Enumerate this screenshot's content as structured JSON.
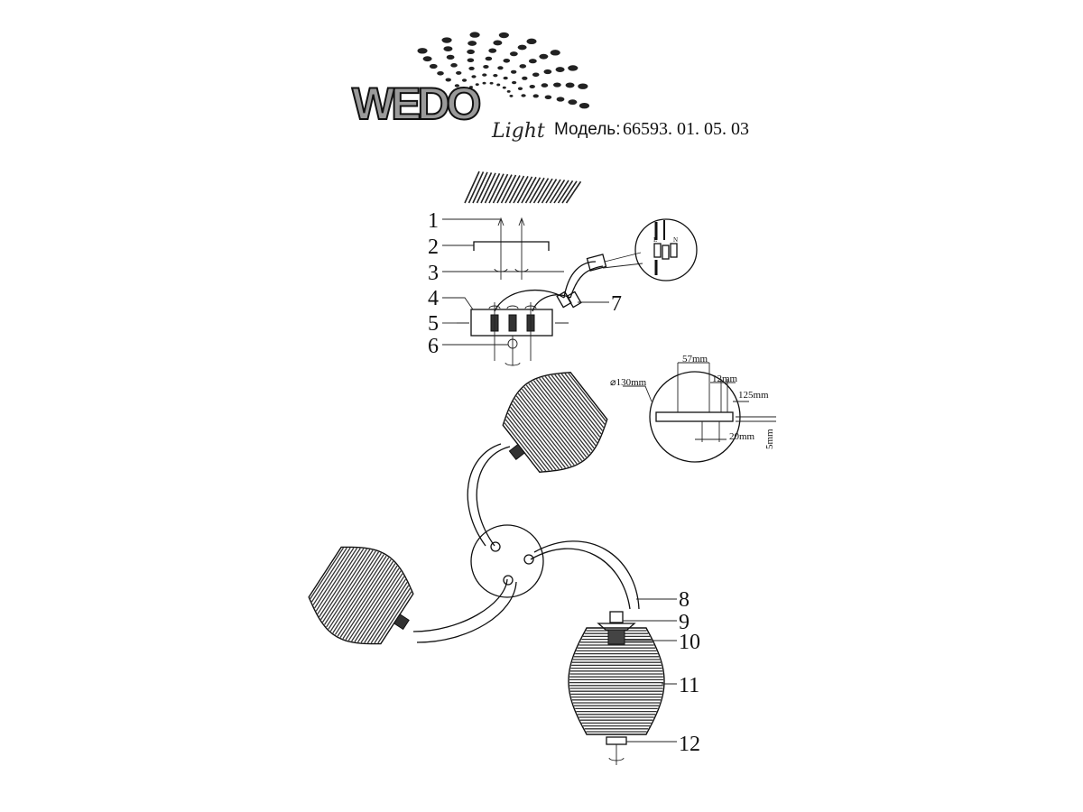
{
  "logo": {
    "brand": "WEDO",
    "sub": "Light"
  },
  "header": {
    "model_label": "Модель:",
    "model_number": "66593. 01. 05. 03"
  },
  "callouts": [
    "1",
    "2",
    "3",
    "4",
    "5",
    "6",
    "7",
    "8",
    "9",
    "10",
    "11",
    "12"
  ],
  "inset_terminal": {
    "left": "L",
    "right": "N"
  },
  "dimensions": {
    "diameter": "⌀130mm",
    "hole_spacing": "57mm",
    "slot": "12mm",
    "span": "125mm",
    "offset": "20mm",
    "depth": "5mm"
  }
}
